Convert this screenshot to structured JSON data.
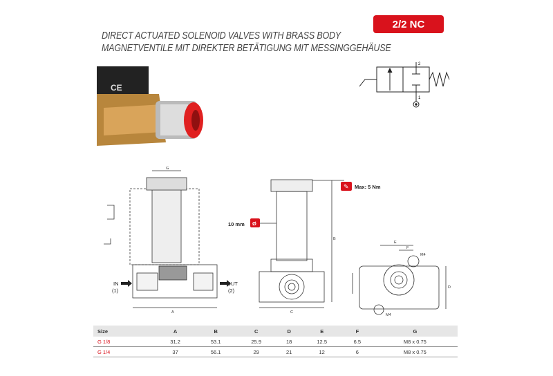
{
  "badge": "2/2 NC",
  "title_en": "DIRECT ACTUATED SOLENOID VALVES WITH BRASS BODY",
  "title_de": "MAGNETVENTILE MIT DIREKTER BETÄTIGUNG MIT MESSINGGEHÄUSE",
  "symbol": {
    "port_top": "2",
    "port_bottom": "1"
  },
  "drawing": {
    "in": "IN",
    "in_port": "(1)",
    "out": "OUT",
    "out_port": "(2)",
    "torque": "Max: 5 Nm",
    "diameter": "10 mm",
    "diameter_symbol": "Ø",
    "dims": {
      "a": "A",
      "b": "B",
      "c": "C",
      "d": "D",
      "e": "E",
      "f": "F",
      "g": "G"
    },
    "m4": "M4"
  },
  "colors": {
    "accent": "#d9121c"
  },
  "table": {
    "headers": [
      "Size",
      "A",
      "B",
      "C",
      "D",
      "E",
      "F",
      "G"
    ],
    "rows": [
      [
        "G 1/8",
        "31.2",
        "53.1",
        "25.9",
        "18",
        "12.5",
        "6.5",
        "M8 x 0.75"
      ],
      [
        "G 1/4",
        "37",
        "56.1",
        "29",
        "21",
        "12",
        "6",
        "M8 x 0.75"
      ]
    ]
  }
}
